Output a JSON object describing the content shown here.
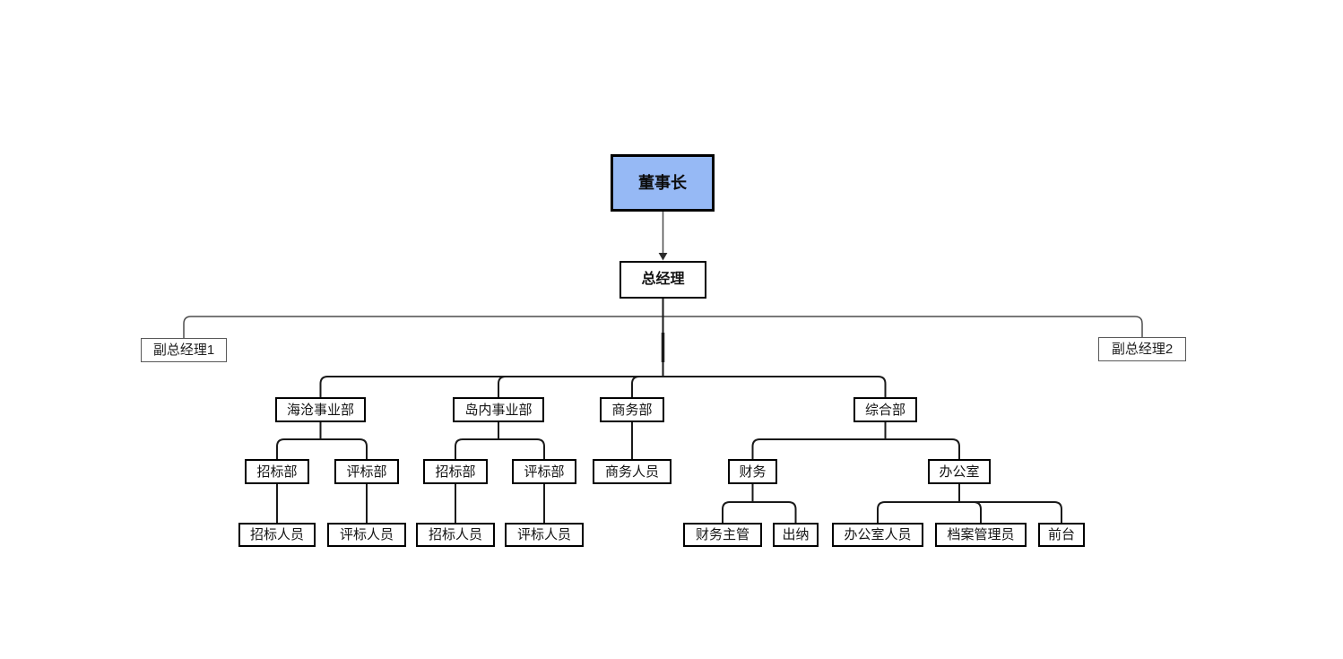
{
  "diagram": {
    "type": "org-chart",
    "background": "#ffffff",
    "colors": {
      "root_fill": "#96b9f5",
      "root_border": "#000000",
      "node_fill": "#ffffff",
      "node_border": "#000000",
      "deputy_border": "#595959",
      "edge": "#1a1a1a",
      "edge_secondary": "#4d4d4d"
    },
    "nodes": {
      "chairman": {
        "label": "董事长"
      },
      "general_manager": {
        "label": "总经理"
      },
      "deputy_gm_1": {
        "label": "副总经理1"
      },
      "deputy_gm_2": {
        "label": "副总经理2"
      },
      "haicang_division": {
        "label": "海沧事业部"
      },
      "daonei_division": {
        "label": "岛内事业部"
      },
      "commerce_dept": {
        "label": "商务部"
      },
      "general_affairs_dept": {
        "label": "综合部"
      },
      "haicang_bidding_dept": {
        "label": "招标部"
      },
      "haicang_evaluation_dept": {
        "label": "评标部"
      },
      "daonei_bidding_dept": {
        "label": "招标部"
      },
      "daonei_evaluation_dept": {
        "label": "评标部"
      },
      "commerce_staff": {
        "label": "商务人员"
      },
      "finance": {
        "label": "财务"
      },
      "office": {
        "label": "办公室"
      },
      "haicang_bidding_staff": {
        "label": "招标人员"
      },
      "haicang_evaluation_staff": {
        "label": "评标人员"
      },
      "daonei_bidding_staff": {
        "label": "招标人员"
      },
      "daonei_evaluation_staff": {
        "label": "评标人员"
      },
      "finance_supervisor": {
        "label": "财务主管"
      },
      "cashier": {
        "label": "出纳"
      },
      "office_staff": {
        "label": "办公室人员"
      },
      "archive_manager": {
        "label": "档案管理员"
      },
      "front_desk": {
        "label": "前台"
      }
    },
    "hierarchy": [
      {
        "parent": "chairman",
        "children": [
          "general_manager"
        ]
      },
      {
        "parent": "general_manager",
        "children": [
          "deputy_gm_1",
          "deputy_gm_2",
          "haicang_division",
          "daonei_division",
          "commerce_dept",
          "general_affairs_dept"
        ]
      },
      {
        "parent": "haicang_division",
        "children": [
          "haicang_bidding_dept",
          "haicang_evaluation_dept"
        ]
      },
      {
        "parent": "haicang_bidding_dept",
        "children": [
          "haicang_bidding_staff"
        ]
      },
      {
        "parent": "haicang_evaluation_dept",
        "children": [
          "haicang_evaluation_staff"
        ]
      },
      {
        "parent": "daonei_division",
        "children": [
          "daonei_bidding_dept",
          "daonei_evaluation_dept"
        ]
      },
      {
        "parent": "daonei_bidding_dept",
        "children": [
          "daonei_bidding_staff"
        ]
      },
      {
        "parent": "daonei_evaluation_dept",
        "children": [
          "daonei_evaluation_staff"
        ]
      },
      {
        "parent": "commerce_dept",
        "children": [
          "commerce_staff"
        ]
      },
      {
        "parent": "general_affairs_dept",
        "children": [
          "finance",
          "office"
        ]
      },
      {
        "parent": "finance",
        "children": [
          "finance_supervisor",
          "cashier"
        ]
      },
      {
        "parent": "office",
        "children": [
          "office_staff",
          "archive_manager",
          "front_desk"
        ]
      }
    ]
  }
}
